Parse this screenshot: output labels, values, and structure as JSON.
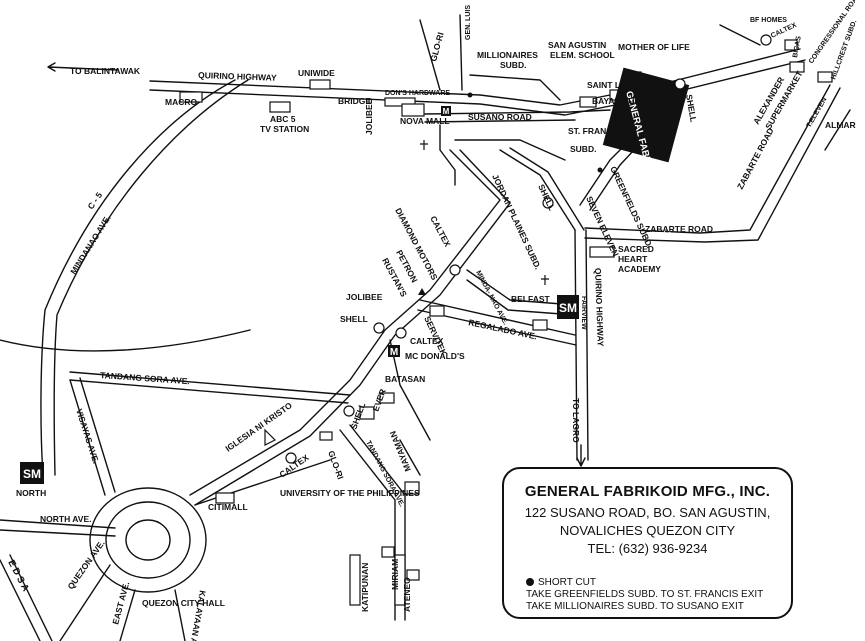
{
  "company_block": {
    "label": "GENERAL FABRIKOID MFG., INC."
  },
  "card": {
    "title": "GENERAL FABRIKOID MFG., INC.",
    "address_line1": "122 SUSANO ROAD, BO. SAN AGUSTIN,",
    "address_line2": "NOVALICHES QUEZON CITY",
    "tel": "TEL:  (632)  936-9234",
    "shortcut_title": "SHORT CUT",
    "shortcut_1": "TAKE GREENFIELDS SUBD. TO ST. FRANCIS EXIT",
    "shortcut_2": "TAKE MILLIONAIRES SUBD. TO SUSANO EXIT"
  },
  "labels": {
    "to_balintawak": "TO BALINTAWAK",
    "quirino_highway": "QUIRINO HIGHWAY",
    "uniwide": "UNIWIDE",
    "macro": "MACRO",
    "abc5": "ABC 5",
    "tv_station": "TV STATION",
    "bridge": "BRIDGE",
    "jolibee_top": "JOLIBEE",
    "dons_hardware": "DON'S HARDWARE",
    "nova_mall": "NOVA MALL",
    "susano_road": "SUSANO ROAD",
    "glo_ri_top": "GLO-RI",
    "gen_luis": "GEN. LUIS",
    "millionaires": "MILLIONAIRES",
    "subd": "SUBD.",
    "san_agustin": "SAN AGUSTIN",
    "elem_school": "ELEM. SCHOOL",
    "mother_of_life": "MOTHER OF LIFE",
    "saint_lukes": "SAINT LUKE'S",
    "bayan_furniture": "BAYAN FURNI- TURE",
    "st_francis": "ST. FRANCIS",
    "st_francis_subd": "SUBD.",
    "shell_gf": "SHELL",
    "bf_homes": "BF HOMES",
    "caltex_ne": "CALTEX",
    "bicas": "BICAS",
    "congressional_road": "CONGRESSIONAL ROAD",
    "hillcrest_subd": "HILLCREST SUBD.",
    "alexander": "ALEXANDER",
    "supermarket": "SUPERMARKET",
    "t_eleven": "T.ELEVEN",
    "almar": "ALMAR",
    "zabarte_road_diag": "ZABARTE ROAD",
    "zabarte_road": "ZABARTE ROAD",
    "greenfields_subd": "GREENFIELDS SUBD.",
    "seven_eleven": "SEVEN ELEVEN",
    "shell_mid": "SHELL",
    "jordan_plains": "JORDAN PLAINES SUBD.",
    "sacred_heart": "SACRED",
    "heart_academy": "HEART",
    "academy": "ACADEMY",
    "c5": "C - 5",
    "mindanao_ave": "MINDANAO AVE.",
    "diamond_motors": "DIAMOND MOTORS",
    "caltex_mid": "CALTEX",
    "petron": "PETRON",
    "rustans": "RUSTAN'S",
    "minda_nao_ave": "MINDA- NAO AVE.",
    "belfast": "BELFAST",
    "fairview": "FAIRVIEW",
    "quirino_highway_v": "QUIRINO HIGHWAY",
    "jolibee_mid": "JOLIBEE",
    "shell_c": "SHELL",
    "servitek": "SERVITEK",
    "caltex_c": "CALTEX",
    "regalado_ave": "REGALADO AVE.",
    "mc_donalds": "MC DONALD'S",
    "batasan": "BATASAN",
    "tandang_sora_ave": "TANDANG SORA AVE.",
    "ever": "EVER",
    "shell_s": "SHELL",
    "to_lagro": "TO LAGRO",
    "visayas_ave": "VISAYAS AVE.",
    "iglesia": "IGLESIA NI KRISTO",
    "caltex_s": "CALTEX",
    "glo_ri_s": "GLO-RI",
    "tandang_sora_v": "TANDANG SORA AVE.",
    "mayaman": "MAYAMAN",
    "north_sm": "NORTH",
    "north_ave": "NORTH AVE.",
    "edsa": "E D S A",
    "citimall": "CITIMALL",
    "up": "UNIVERSITY OF THE PHILIPPINES",
    "quezon_ave": "QUEZON AVE.",
    "east_ave": "EAST AVE.",
    "qc_hall": "QUEZON CITY HALL",
    "kalayaan_ave": "KALAYAAN AVE",
    "katipunan": "KATIPUNAN",
    "miriam": "MIRIAM",
    "ateneo": "ATENEO",
    "sm": "SM"
  },
  "colors": {
    "ink": "#111111",
    "paper": "#ffffff"
  }
}
